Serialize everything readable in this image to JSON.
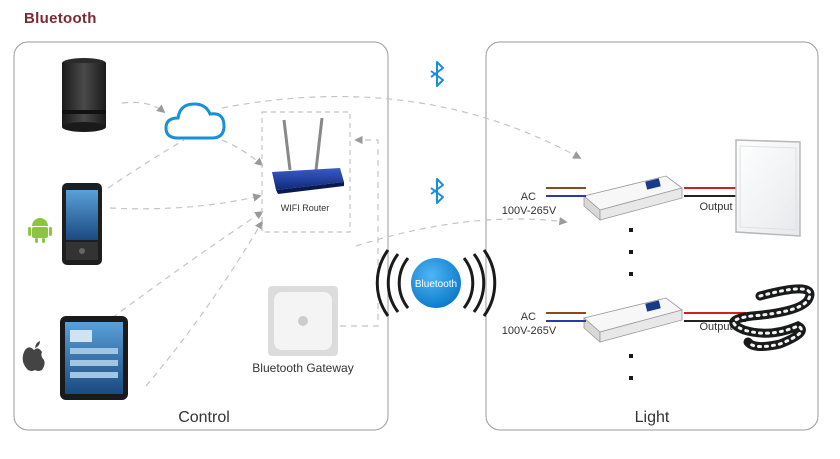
{
  "page_title": "Bluetooth",
  "panels": {
    "control_label": "Control",
    "light_label": "Light"
  },
  "router": {
    "label": "WIFI Router"
  },
  "gateway": {
    "label": "Bluetooth Gateway"
  },
  "bluetooth_badge": {
    "label": "Bluetooth"
  },
  "drivers": [
    {
      "ac_label": "AC",
      "voltage_label": "100V-265V",
      "output_label": "Output"
    },
    {
      "ac_label": "AC",
      "voltage_label": "100V-265V",
      "output_label": "Output"
    }
  ],
  "colors": {
    "title": "#7a2a35",
    "bluetooth_blue": "#1a8fd9",
    "panel_border": "#9a9a9a",
    "dashed_line": "#c4c4c4",
    "arrow_head": "#9a9a9a",
    "wire_brown": "#8a4a1a",
    "wire_blue": "#2a3aa8",
    "wire_red": "#d02020",
    "wire_black": "#222222"
  }
}
